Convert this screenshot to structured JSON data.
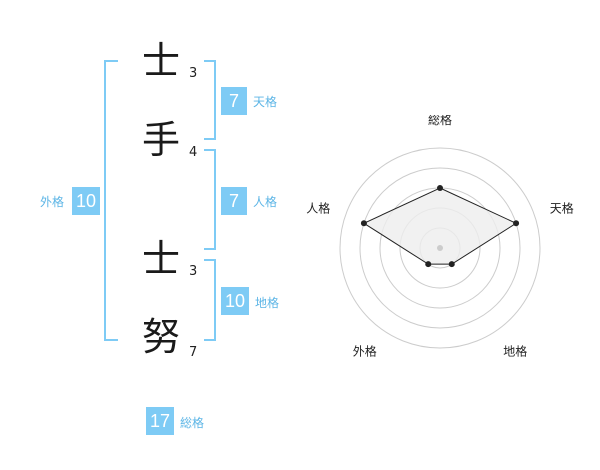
{
  "name_chars": [
    {
      "char": "士",
      "strokes": "3"
    },
    {
      "char": "手",
      "strokes": "4"
    },
    {
      "char": "士",
      "strokes": "3"
    },
    {
      "char": "努",
      "strokes": "7"
    }
  ],
  "fortunes": {
    "tenkaku": {
      "value": "7",
      "label": "天格"
    },
    "jinkaku": {
      "value": "7",
      "label": "人格"
    },
    "chikaku": {
      "value": "10",
      "label": "地格"
    },
    "gaikaku": {
      "value": "10",
      "label": "外格"
    },
    "soukaku": {
      "value": "17",
      "label": "総格"
    }
  },
  "colors": {
    "accent": "#7ecbf5",
    "label_text": "#5cb5e6",
    "radar_fill": "#eeeeee",
    "radar_ring": "#cccccc"
  },
  "chart_data": {
    "type": "radar",
    "axes": [
      "総格",
      "天格",
      "地格",
      "外格",
      "人格"
    ],
    "values": [
      3,
      4,
      1,
      1,
      4
    ],
    "max": 5,
    "rings": 5
  }
}
